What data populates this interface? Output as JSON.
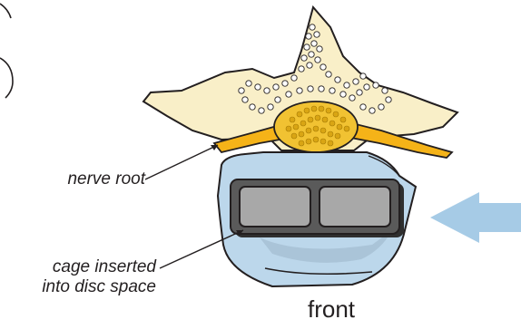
{
  "labels": {
    "nerve_root": "nerve root",
    "cage_line1": "cage inserted",
    "cage_line2": "into disc space",
    "front": "front"
  },
  "colors": {
    "bone": "#f9efc8",
    "outline": "#231f20",
    "nerve": "#f5b318",
    "cord": "#f1c232",
    "disc": "#bcd7eb",
    "cage": "#5a5a5a",
    "cage_window": "#a8a8a8",
    "arrow": "#a6cbe6"
  },
  "icons": {
    "arrow": "arrow-left-icon"
  }
}
